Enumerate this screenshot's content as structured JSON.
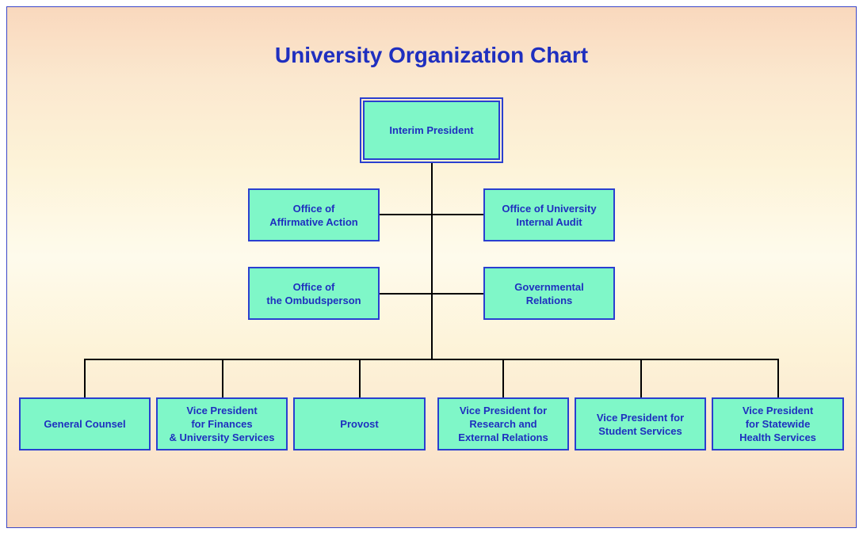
{
  "title": "University Organization Chart",
  "nodes": {
    "president": "Interim President",
    "affirmative_action": "Office of\nAffirmative Action",
    "internal_audit": "Office of University\nInternal Audit",
    "ombudsperson": "Office of\nthe Ombudsperson",
    "governmental_relations": "Governmental\nRelations",
    "general_counsel": "General Counsel",
    "vp_finances": "Vice President\nfor Finances\n& University Services",
    "provost": "Provost",
    "vp_research": "Vice President for\nResearch and\nExternal Relations",
    "vp_student": "Vice President for\nStudent Services",
    "vp_health": "Vice President\nfor Statewide\nHealth Services"
  },
  "colors": {
    "box_fill": "#7ff7c8",
    "box_border": "#2a3fd0",
    "text": "#1f2fbf",
    "connector": "#000000"
  }
}
